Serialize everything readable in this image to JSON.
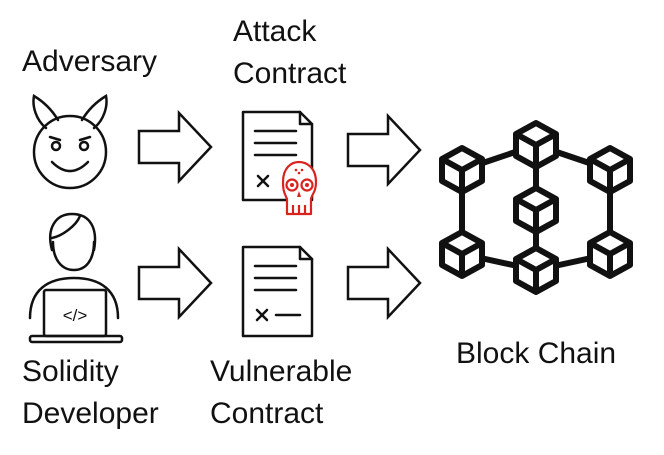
{
  "labels": {
    "adversary": "Adversary",
    "attack_contract_line1": "Attack",
    "attack_contract_line2": "Contract",
    "solidity_developer_line1": "Solidity",
    "solidity_developer_line2": "Developer",
    "vulnerable_contract_line1": "Vulnerable",
    "vulnerable_contract_line2": "Contract",
    "block_chain": "Block Chain"
  },
  "icons": {
    "adversary": "devil-face-icon",
    "developer": "developer-at-laptop-icon",
    "attack_contract": "document-with-skull-icon",
    "vulnerable_contract": "document-icon",
    "block_chain": "blockchain-cubes-icon",
    "arrow": "right-arrow-icon",
    "laptop_code": "</>"
  },
  "colors": {
    "ink": "#111111",
    "skull": "#d9231f"
  }
}
